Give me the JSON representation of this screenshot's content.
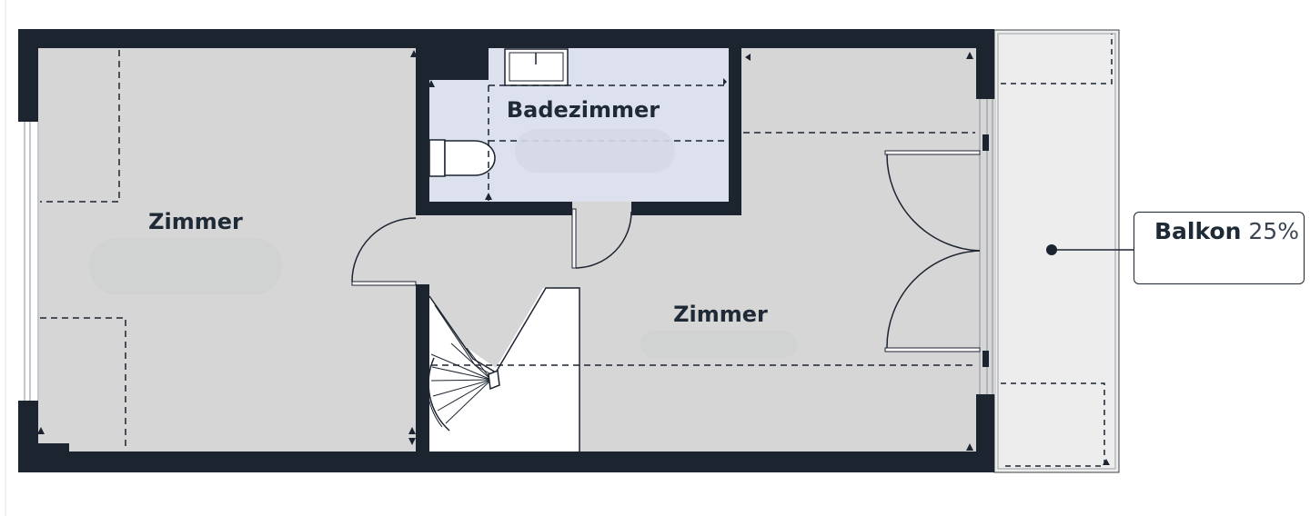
{
  "rooms": {
    "left_room": "Zimmer",
    "bathroom": "Badezimmer",
    "right_room": "Zimmer"
  },
  "balcony": {
    "name": "Balkon",
    "percentage": "25%"
  },
  "colors": {
    "wall": "#1c2430",
    "room_fill": "#d6d6d6",
    "bathroom_fill": "#dde1ee",
    "balcony_fill": "#ededed",
    "stair_fill": "#ffffff"
  }
}
